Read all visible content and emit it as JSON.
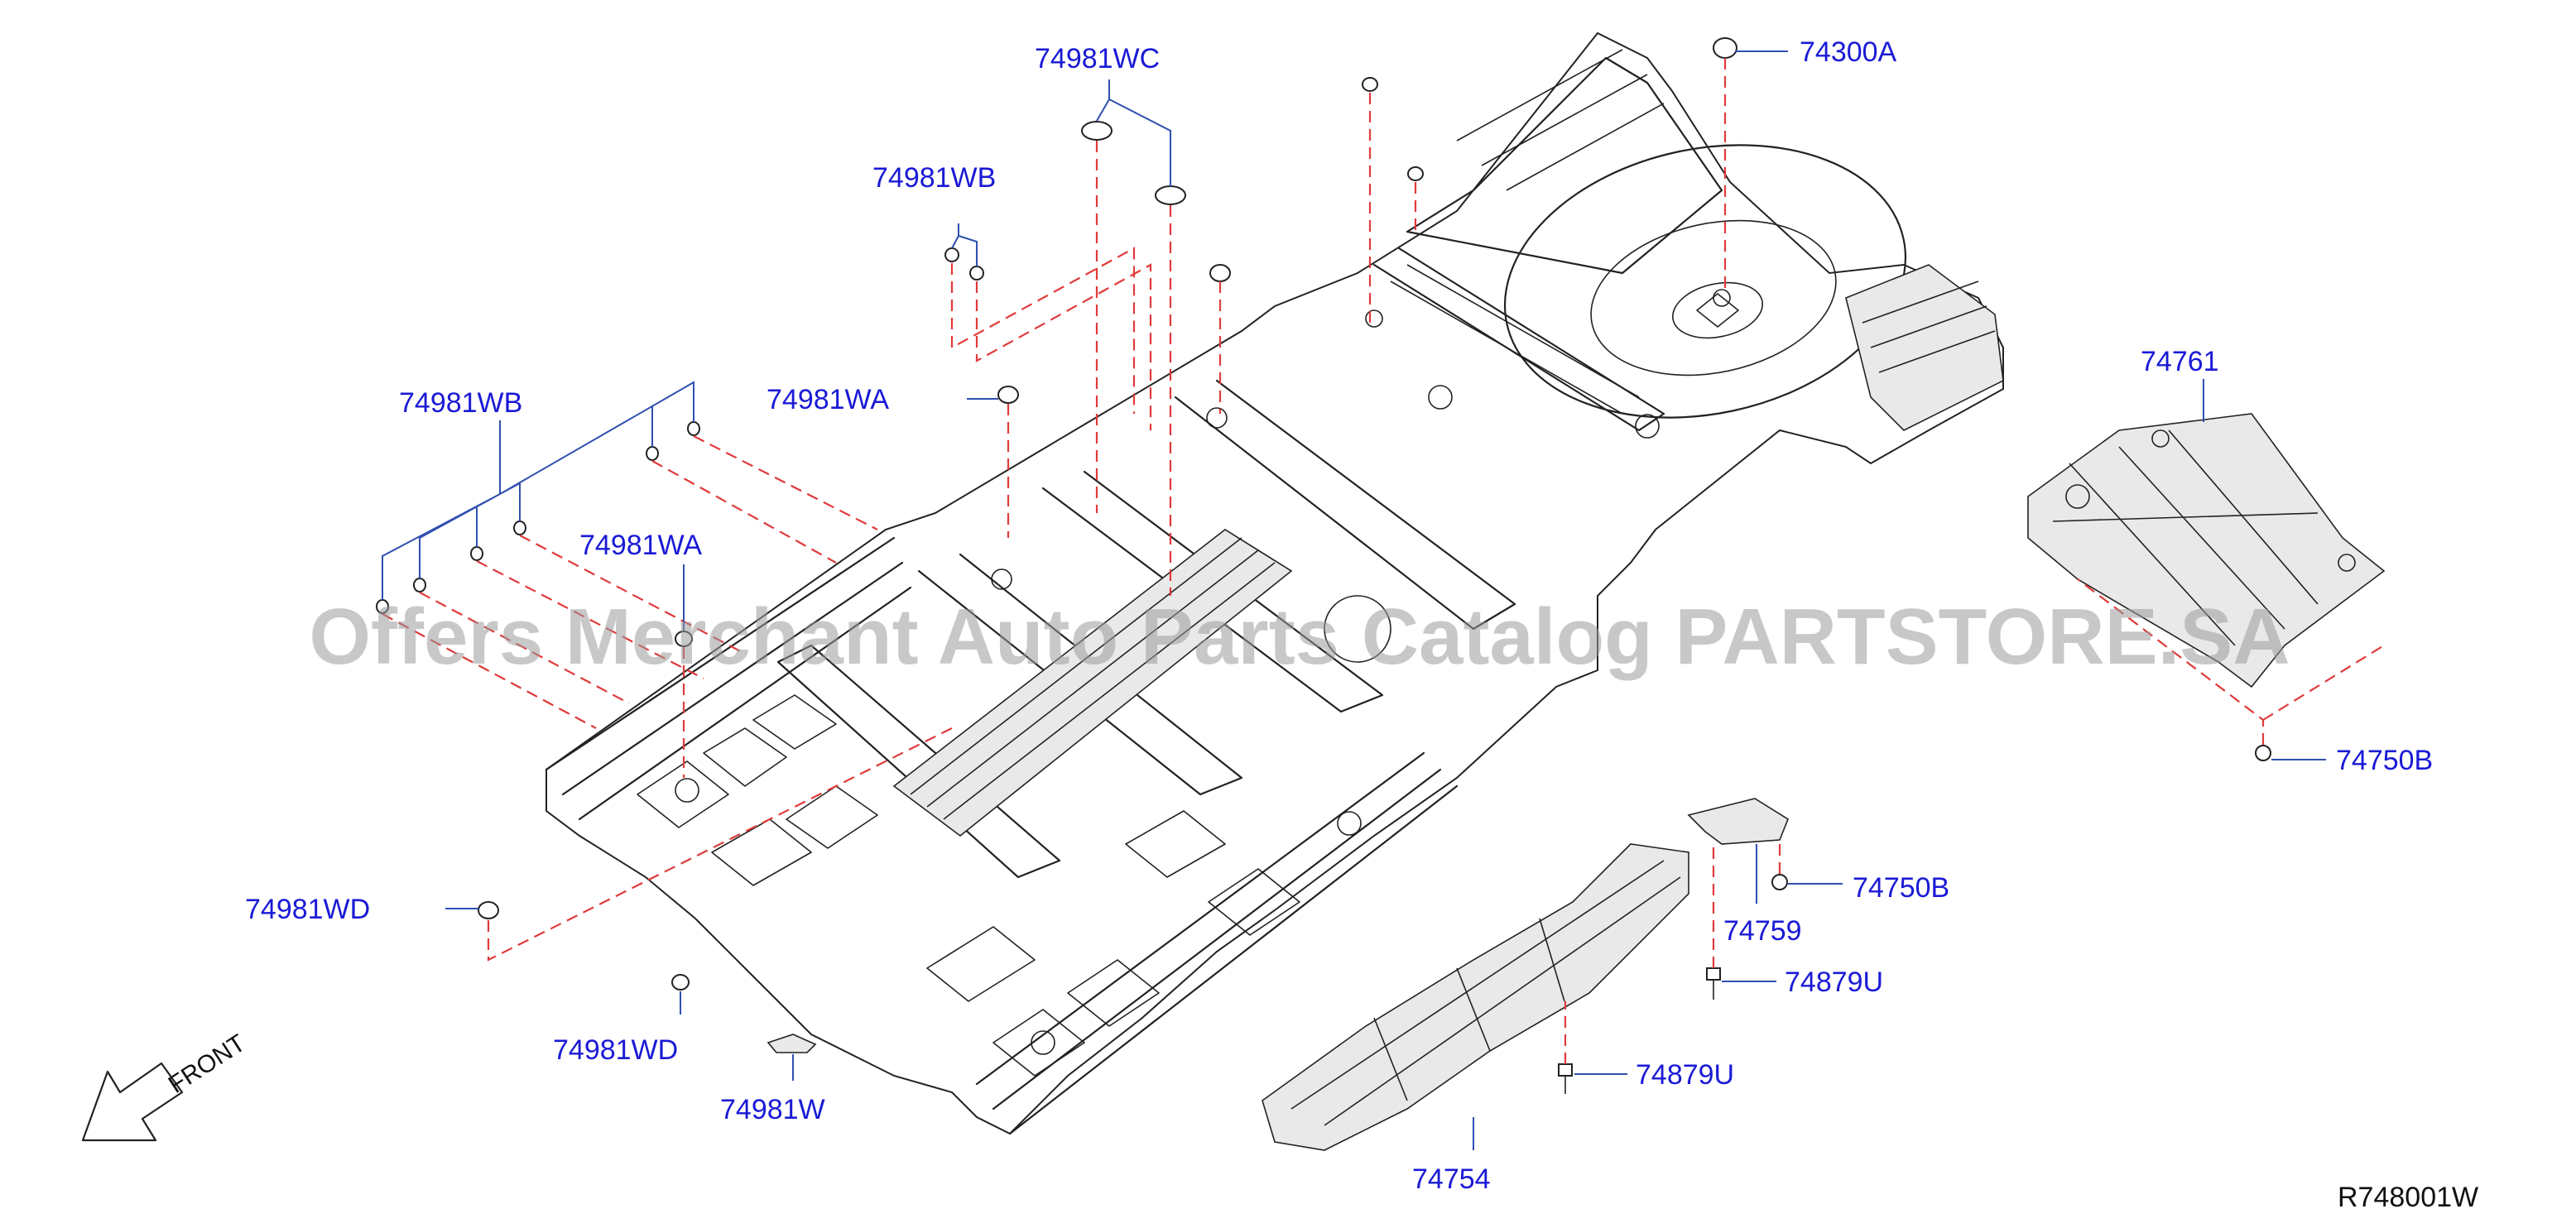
{
  "labels": {
    "p74981WC": "74981WC",
    "p74981WB_top": "74981WB",
    "p74300A": "74300A",
    "p74981WA_top": "74981WA",
    "p74981WB_left": "74981WB",
    "p74981WA_mid": "74981WA",
    "p74761": "74761",
    "p74750B_right": "74750B",
    "p74750B_mid": "74750B",
    "p74759": "74759",
    "p74879U_upper": "74879U",
    "p74879U_lower": "74879U",
    "p74754": "74754",
    "p74981WD_left": "74981WD",
    "p74981WD_bottom": "74981WD",
    "p74981W": "74981W"
  },
  "front_label": "FRONT",
  "diagram_code": "R748001W",
  "watermark": "Offers Merchant Auto Parts Catalog PARTSTORE.SA",
  "colors": {
    "label_blue": "#1a1ad6",
    "leader_line": "#2f4fb0",
    "dash_red": "#e03a3a",
    "outline": "#222222",
    "watermark_gray": "#9a9a9a"
  }
}
